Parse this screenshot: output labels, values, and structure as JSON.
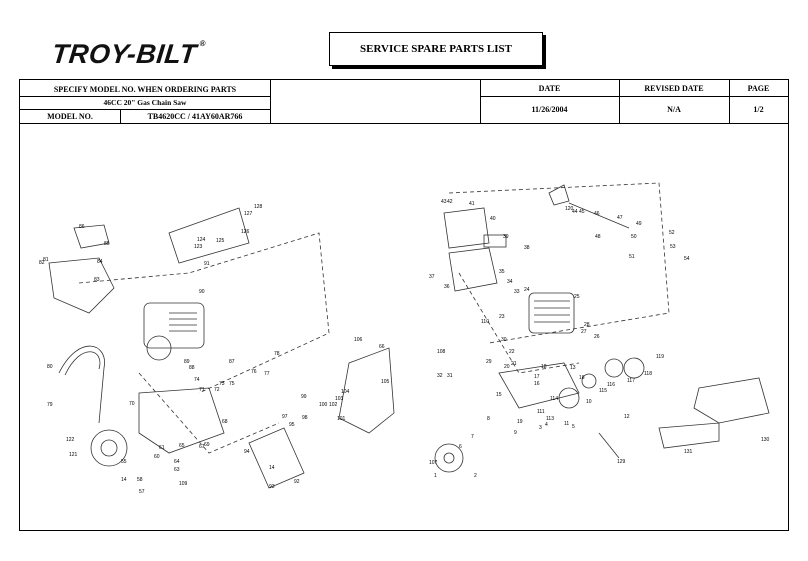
{
  "brand": {
    "logo_text": "TROY-BILT",
    "registered": "®"
  },
  "title": "SERVICE SPARE PARTS LIST",
  "left_header": {
    "specify": "SPECIFY MODEL NO. WHEN ORDERING PARTS",
    "description": "46CC 20\" Gas Chain Saw",
    "model_label": "MODEL NO.",
    "model_value": "TB4620CC / 41AY60AR766"
  },
  "right_header": {
    "date_label": "DATE",
    "date_value": "11/26/2004",
    "revised_label": "REVISED DATE",
    "revised_value": "N/A",
    "page_label": "PAGE",
    "page_value": "1/2"
  },
  "diagram_callouts": [
    "1",
    "2",
    "3",
    "4",
    "5",
    "6",
    "7",
    "8",
    "9",
    "10",
    "11",
    "12",
    "13",
    "14",
    "15",
    "16",
    "17",
    "18",
    "19",
    "20",
    "21",
    "22",
    "23",
    "24",
    "25",
    "26",
    "27",
    "28",
    "29",
    "30",
    "31",
    "32",
    "33",
    "34",
    "35",
    "36",
    "37",
    "38",
    "39",
    "40",
    "41",
    "42",
    "43",
    "44",
    "45",
    "46",
    "47",
    "48",
    "49",
    "50",
    "51",
    "52",
    "53",
    "54",
    "55",
    "56",
    "57",
    "58",
    "59",
    "60",
    "61",
    "62",
    "63",
    "64",
    "65",
    "66",
    "67",
    "68",
    "69",
    "70",
    "71",
    "72",
    "73",
    "74",
    "75",
    "76",
    "77",
    "78",
    "79",
    "80",
    "81",
    "82",
    "83",
    "84",
    "85",
    "86",
    "87",
    "88",
    "89",
    "90",
    "91",
    "92",
    "93",
    "94",
    "95",
    "96",
    "97",
    "98",
    "99",
    "100",
    "101",
    "102",
    "103",
    "104",
    "105",
    "106",
    "107",
    "108",
    "109",
    "110",
    "111",
    "112",
    "113",
    "114",
    "115",
    "116",
    "117",
    "118",
    "119",
    "120",
    "121",
    "122",
    "123",
    "124",
    "125",
    "126",
    "127",
    "128",
    "129",
    "130",
    "131"
  ]
}
